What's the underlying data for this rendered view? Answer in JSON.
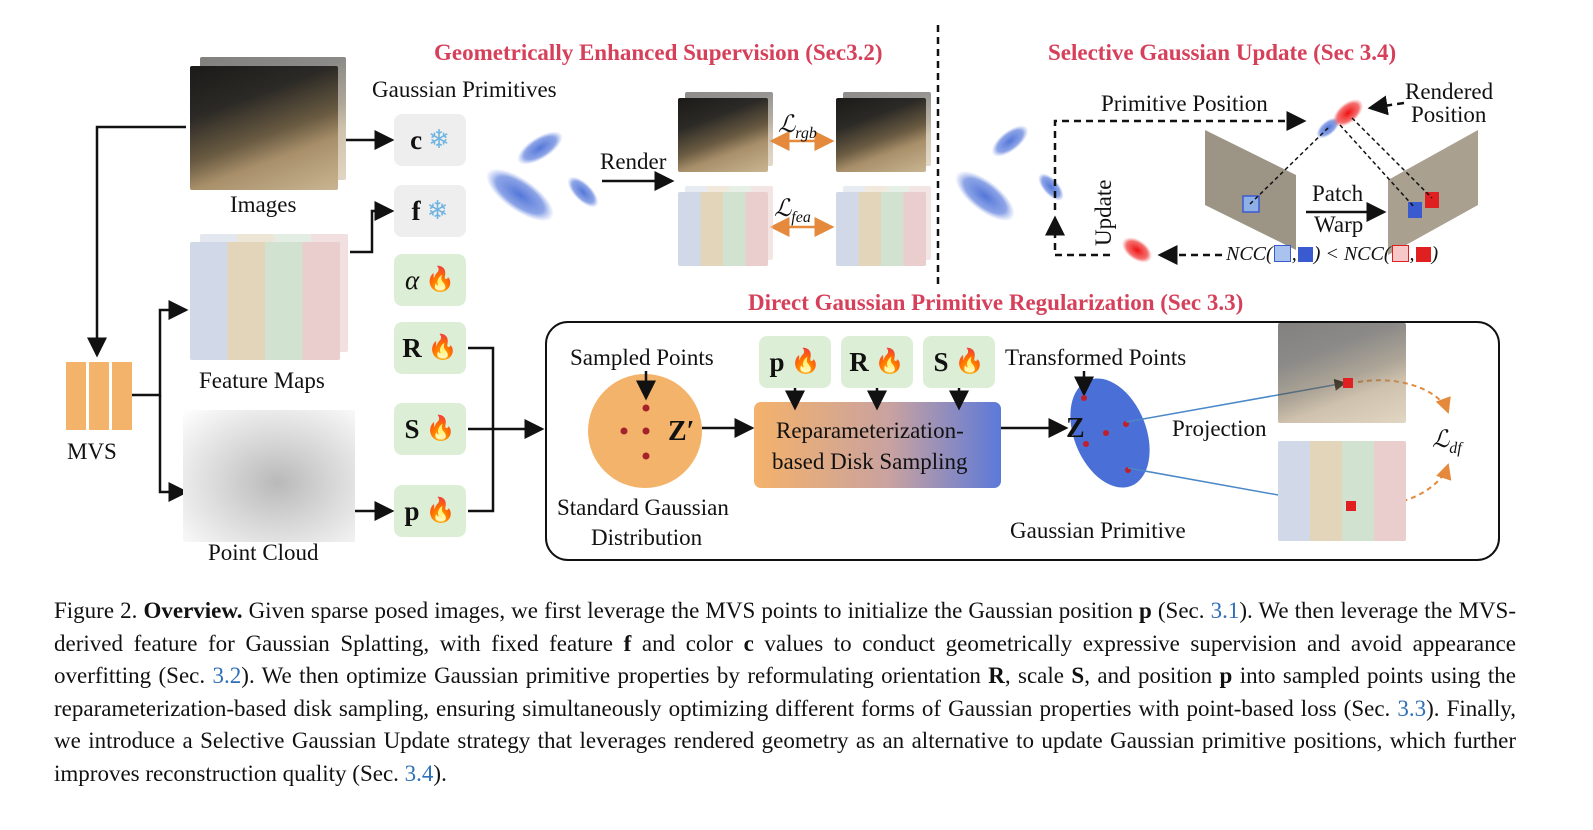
{
  "figure": {
    "sections": {
      "supervision": "Geometrically Enhanced Supervision (Sec3.2)",
      "selective": "Selective Gaussian Update  (Sec 3.4)",
      "regularization": "Direct Gaussian Primitive Regularization (Sec 3.3)"
    },
    "inputs": {
      "images": "Images",
      "feature_maps": "Feature Maps",
      "point_cloud": "Point Cloud",
      "mvs": "MVS"
    },
    "primitives": {
      "title": "Gaussian Primitives",
      "items": [
        {
          "symbol": "c",
          "state": "frozen",
          "icon": "snowflake-icon"
        },
        {
          "symbol": "f",
          "state": "frozen",
          "icon": "snowflake-icon"
        },
        {
          "symbol": "α",
          "state": "trainable",
          "icon": "fire-icon"
        },
        {
          "symbol": "R",
          "state": "trainable",
          "icon": "fire-icon"
        },
        {
          "symbol": "S",
          "state": "trainable",
          "icon": "fire-icon"
        },
        {
          "symbol": "p",
          "state": "trainable",
          "icon": "fire-icon"
        }
      ]
    },
    "render": "Render",
    "losses": {
      "rgb": "rgb",
      "fea": "fea",
      "df": "df",
      "symbol": "ℒ"
    },
    "selective": {
      "primitive_position": "Primitive Position",
      "rendered_position_1": "Rendered",
      "rendered_position_2": "Position",
      "patch": "Patch",
      "warp": "Warp",
      "update": "Update",
      "ncc_lhs": "NCC(",
      "ncc_mid": ") < NCC(",
      "ncc_end": ")"
    },
    "regularization": {
      "sampled_points": "Sampled Points",
      "z_prime": "Z′",
      "standard_gaussian_1": "Standard Gaussian",
      "standard_gaussian_2": "Distribution",
      "reparam_1": "Reparameterization-",
      "reparam_2": "based Disk Sampling",
      "transformed_points": "Transformed Points",
      "z": "Z",
      "projection": "Projection",
      "gaussian_primitive": "Gaussian Primitive",
      "inputs": [
        "p",
        "R",
        "S"
      ]
    },
    "colors": {
      "accent": "#d6405a",
      "gaussian": "#4a6fd6",
      "disk": "#f3b36b",
      "link": "#2f6fb6"
    }
  },
  "caption": {
    "prefix": "Figure 2.",
    "title": "Overview.",
    "s1": " Given sparse posed images, we first leverage the MVS points to initialize the Gaussian position ",
    "p": "p",
    "s2": " (Sec. ",
    "ref1": "3.1",
    "s3": ").  We then leverage the MVS-derived feature for Gaussian Splatting, with fixed feature ",
    "f": "f",
    "s4": " and color ",
    "c": "c",
    "s5": " values to conduct geometrically expressive supervision and avoid appearance overfitting (Sec. ",
    "ref2": "3.2",
    "s6": "). We then optimize Gaussian primitive properties by reformulating orientation ",
    "R": "R",
    "s7": ", scale ",
    "S": "S",
    "s8": ", and position ",
    "p2": "p",
    "s9": " into sampled points using the reparameterization-based disk sampling, ensuring simultaneously optimizing different forms of Gaussian properties with point-based loss (Sec. ",
    "ref3": "3.3",
    "s10": "). Finally, we introduce a Selective Gaussian Update strategy that leverages rendered geometry as an alternative to update Gaussian primitive positions, which further improves reconstruction quality (Sec. ",
    "ref4": "3.4",
    "s11": ")."
  }
}
